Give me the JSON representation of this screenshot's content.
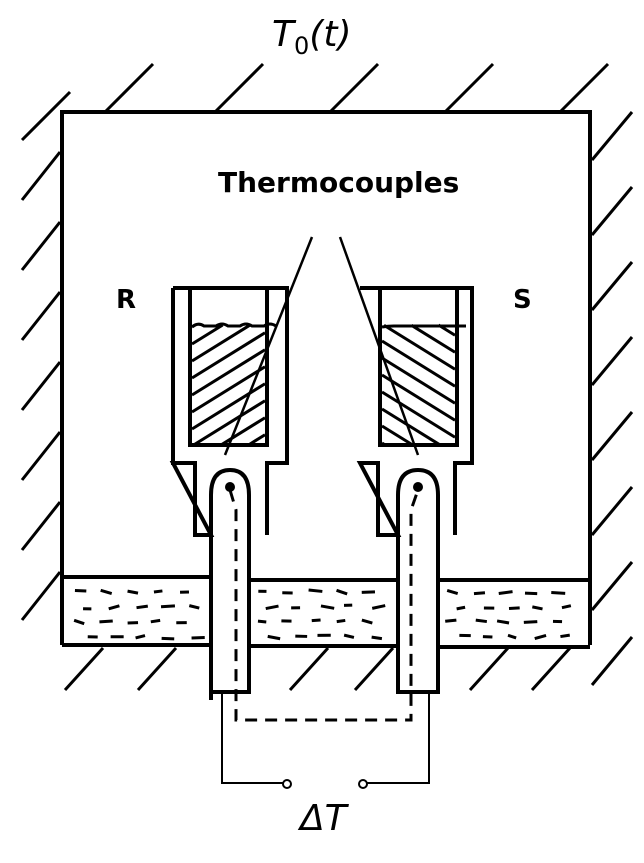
{
  "title_label": {
    "symbol": "T",
    "subscript": "0",
    "argument": "(t)"
  },
  "thermocouples_label": "Thermocouples",
  "reference_label": "R",
  "sample_label": "S",
  "delta_label": {
    "symbol": "ΔT"
  },
  "colors": {
    "ink": "#000000",
    "background": "#ffffff"
  }
}
